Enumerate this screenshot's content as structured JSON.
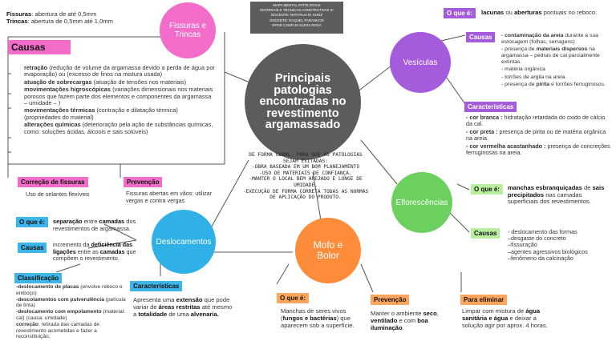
{
  "top_left": {
    "fissuras_term": "Fissuras",
    "fissuras_def": ": abertura de até 0,5mm",
    "trincas_term": "Trincas",
    "trincas_def": ": abertura de 0,5mm até 1,0mm"
  },
  "credits": [
    "MAPA MENTAL PATOLOGIAS",
    "MATERIAIS E TÉCNICAS CONSTRUTIVAS IV",
    "DOCENTE: NATHÁLIA M. KUNZ",
    "DOCENTE: RAQUEL PARANHOS",
    "IFPAR CAMPUS SANTA ROSA"
  ],
  "center": {
    "title": "Principais patologias encontradas no revestimento argamassado"
  },
  "nodes": {
    "fissuras": "Fissuras e Trincas",
    "vesiculas": "Vesículas",
    "eflorescencias": "Eflorescências",
    "deslocamentos": "Deslocamentos",
    "mofo": "Mofo e Bolor"
  },
  "causas_fissuras": {
    "label": "Causas",
    "items": [
      {
        "term": "retração",
        "desc": " (redução de volume da argamassa devido a perda de água por evaporação) ou (excesso de finos na mistura usada)"
      },
      {
        "term": "atuação de sobrecargas",
        "desc": " (atuação de tensões nos materiais)"
      },
      {
        "term": "movimentações higroscópicas",
        "desc": " (variações dimensionais nos materiais porosos que fazem parte dos elementos e componentes da argamassa – umidade – )"
      },
      {
        "term": "movimentações térmicas",
        "desc": " (contração e dilatação térmica) (propriedades do material)"
      },
      {
        "term": "alterações químicas",
        "desc": " (deterioração pela ação de substâncias químicas, como: soluções ácidas, álcoois e sais solúveis)"
      }
    ]
  },
  "correcao_fissuras": {
    "label": "Correção de fissuras",
    "text": "Uso de selantes flexíveis"
  },
  "prevencao_fissuras": {
    "label": "Prevenção",
    "text": "Fissuras abertas em vãos: utilizar vergas e contra vergas"
  },
  "general": {
    "lines": [
      "DE FORMA GERAL, PARA QUE AS PATOLOGIAS SEJAM EVITADAS:",
      "-OBRA BASEADA EM UM BOM PLANEJAMENTO",
      "-USO DE MATERIAIS DE CONFIANÇA.",
      "-MANTER O LOCAL BEM AREJADO E LONGE DE UMIDADE.",
      "-EXECUÇÃO DE FORMA CORRETA TODAS AS NORMAS DE APLICAÇÃO DO PRODUTO."
    ]
  },
  "vesiculas": {
    "oque_label": "O que é:",
    "oque_a": "lacunas",
    "oque_b": " ou ",
    "oque_c": "aberturas",
    "oque_d": " pontuais no reboco.",
    "causas_label": "Causas",
    "causas": [
      {
        "pre": "- ",
        "term": "contaminação da areia",
        "desc": " durante a sua estocagem (folhas, serragens)"
      },
      {
        "pre": "- presença de ",
        "term": "materiais dispersos",
        "desc": " na argamassa – pedras de cal parcialmente extintas."
      },
      {
        "pre": "- matéria orgânica",
        "term": "",
        "desc": ""
      },
      {
        "pre": "- torrões de argila na areia",
        "term": "",
        "desc": ""
      },
      {
        "pre": "- presença de ",
        "term": "pirita",
        "desc": " e torrões ferruginosos."
      }
    ],
    "caract_label": "Características",
    "caract": [
      {
        "term": "- cor branca :",
        "desc": " hidratação retardada do oxido de cálcio da cal."
      },
      {
        "term": "- cor preta :",
        "desc": " presença de pirita ou de matéria orgânica na areia."
      },
      {
        "term": "- cor vermelha acastanhado :",
        "desc": " presença de concreções ferruginosas na areia."
      }
    ]
  },
  "eflorescencias": {
    "oque_label": "O que é:",
    "oque_a": "manchas esbranquiçadas",
    "oque_b": " de ",
    "oque_c": "sais precipitados",
    "oque_d": " nas camadas superficiais dos revestimentos.",
    "causas_label": "Causas",
    "causas": [
      "- deslocamento das formas",
      "–desgaste do concreto",
      "–fissuração",
      "–agentes agressivos biológicos",
      "–fenômeno da calcinação"
    ]
  },
  "deslocamentos": {
    "oque_label": "O que é:",
    "oque_a": "separação",
    "oque_b": " entre ",
    "oque_c": "camadas",
    "oque_d": " dos revestimentos de argamassa.",
    "causas_label": "Causas",
    "causas_a": "incremento da ",
    "causas_b": "deficiência das ligações",
    "causas_c": " entre as ",
    "causas_d": "camadas",
    "causas_e": " que compõem o revestimento.",
    "classif_label": "Classificação",
    "classif": [
      {
        "term": "-deslocamento de placas",
        "desc": " (envolve reboco e emboço)"
      },
      {
        "term": "-descolamentos com pulverulência",
        "desc": " (película de tinta)"
      },
      {
        "term": "-deslocamento com empolamento",
        "desc": " (material: cal) (causa: umidade)"
      },
      {
        "term": "correção",
        "desc": ": retirada das camadas de revestimento acometidas e fazer a reconstituição."
      }
    ],
    "caract_label": "Características",
    "caract_a": "Apresenta uma ",
    "caract_b": "extensão",
    "caract_c": " que pode variar de ",
    "caract_d": "áreas restritas",
    "caract_e": " até mesmo a ",
    "caract_f": "totalidade",
    "caract_g": " de uma ",
    "caract_h": "alvenaria."
  },
  "mofo": {
    "oque_label": "O que é:",
    "oque_a": "Manchas de seres vivos (",
    "oque_b": "fungos e bactérias",
    "oque_c": ") que aparecem sob a superfície.",
    "prev_label": "Prevenção",
    "prev_a": "Manter o ambiente ",
    "prev_b": "seco",
    "prev_c": ", ",
    "prev_d": "ventilado",
    "prev_e": " e com ",
    "prev_f": "boa iluminação",
    "prev_g": ".",
    "elim_label": "Para eliminar",
    "elim_a": "Limpar com mistura de ",
    "elim_b": "água sanitária e água",
    "elim_c": " e deixar a solução agir por aprox. 4 horas."
  }
}
